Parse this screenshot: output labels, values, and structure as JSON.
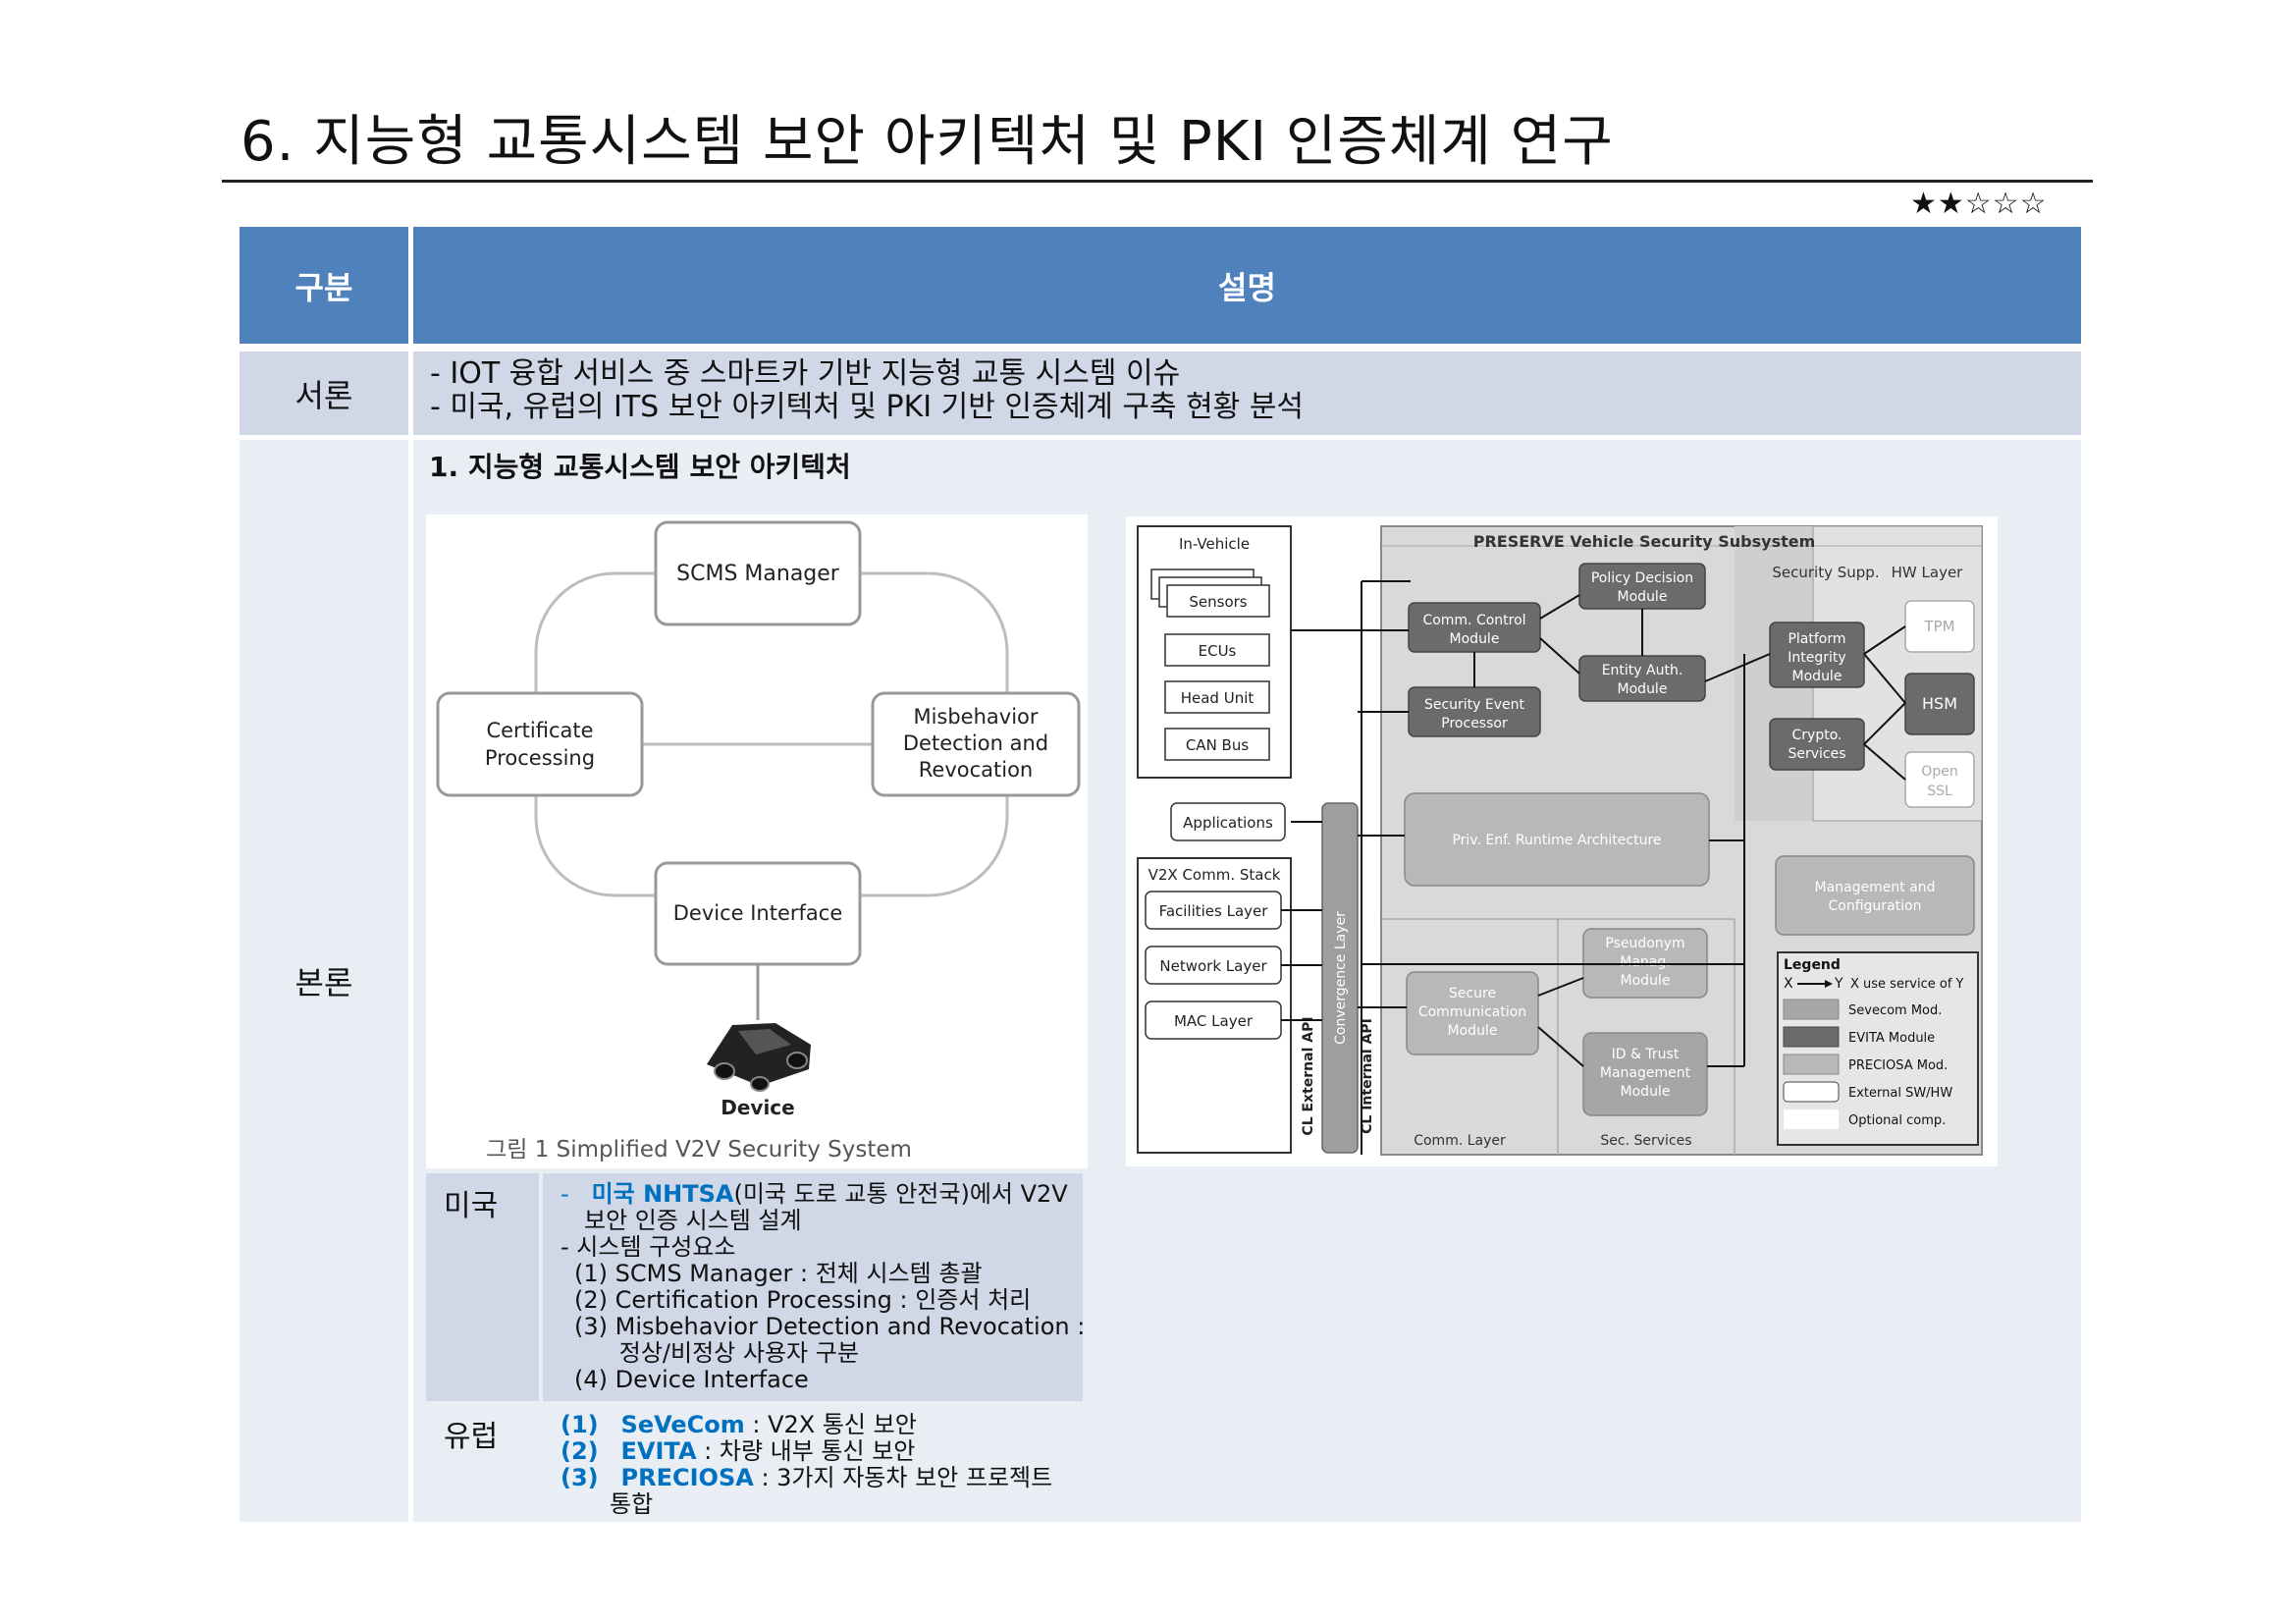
{
  "page": {
    "title": "6. 지능형 교통시스템 보안 아키텍처 및 PKI 인증체계 연구",
    "rating": "★★☆☆☆"
  },
  "table": {
    "header": {
      "col1": "구분",
      "col2": "설명"
    },
    "intro": {
      "label": "서론",
      "lines": [
        "-  IOT 융합 서비스 중 스마트카 기반 지능형 교통 시스템 이슈",
        "-  미국, 유럽의 ITS 보안 아키텍처 및 PKI 기반 인증체계 구축 현황 분석"
      ]
    },
    "body": {
      "label": "본론",
      "heading": "1.   지능형 교통시스템 보안 아키텍처"
    }
  },
  "fig1": {
    "nodes": {
      "scms": "SCMS Manager",
      "cert_l1": "Certificate",
      "cert_l2": "Processing",
      "mis_l1": "Misbehavior",
      "mis_l2": "Detection and",
      "mis_l3": "Revocation",
      "device_if": "Device Interface",
      "device": "Device"
    },
    "caption": "그림 1 Simplified V2V Security System"
  },
  "fig2": {
    "title": "PRESERVE Vehicle Security Subsystem",
    "in_vehicle": "In-Vehicle",
    "sensors": "Sensors",
    "ecus": "ECUs",
    "head_unit": "Head Unit",
    "can_bus": "CAN Bus",
    "applications": "Applications",
    "v2x_stack": "V2X Comm. Stack",
    "facilities": "Facilities Layer",
    "network": "Network Layer",
    "mac": "MAC Layer",
    "cl_external": "CL External API",
    "convergence": "Convergence Layer",
    "cl_internal": "CL Internal API",
    "policy_l1": "Policy Decision",
    "policy_l2": "Module",
    "comm_ctrl_l1": "Comm. Control",
    "comm_ctrl_l2": "Module",
    "entity_l1": "Entity Auth.",
    "entity_l2": "Module",
    "sec_event_l1": "Security Event",
    "sec_event_l2": "Processor",
    "security_supp": "Security Supp.",
    "hw_layer": "HW Layer",
    "platform_l1": "Platform",
    "platform_l2": "Integrity",
    "platform_l3": "Module",
    "crypto_l1": "Crypto.",
    "crypto_l2": "Services",
    "tpm": "TPM",
    "hsm": "HSM",
    "open_l1": "Open",
    "open_l2": "SSL",
    "priv_enf": "Priv. Enf. Runtime Architecture",
    "mgmt_l1": "Management and",
    "mgmt_l2": "Configuration",
    "pseudo_l1": "Pseudonym",
    "pseudo_l2": "Manag.",
    "pseudo_l3": "Module",
    "secure_l1": "Secure",
    "secure_l2": "Communication",
    "secure_l3": "Module",
    "idtrust_l1": "ID & Trust",
    "idtrust_l2": "Management",
    "idtrust_l3": "Module",
    "comm_layer": "Comm. Layer",
    "sec_services": "Sec. Services",
    "legend": {
      "title": "Legend",
      "x": "X",
      "y": "Y",
      "uses": "X use service of Y",
      "sevecom": "Sevecom Mod.",
      "evita": "EVITA Module",
      "preciosa": "PRECIOSA Mod.",
      "external": "External SW/HW",
      "optional": "Optional comp."
    },
    "colors": {
      "sevecom": "#a6a6a6",
      "evita": "#6b6b6b",
      "preciosa": "#b8b8b8",
      "panel": "#d9d9d9"
    }
  },
  "subtable": {
    "us": {
      "label": "미국",
      "bullet1_dash": "-",
      "bullet1_org": "미국 NHTSA",
      "bullet1_rest": "(미국 도로 교통 안전국)에서 V2V",
      "bullet1_cont": "보안 인증 시스템 설계",
      "bullet2": "-    시스템 구성요소",
      "items": [
        "(1) SCMS Manager : 전체 시스템 총괄",
        "(2) Certification Processing : 인증서 처리",
        "(3) Misbehavior Detection and Revocation :",
        "      정상/비정상 사용자 구분",
        "(4) Device Interface"
      ]
    },
    "eu": {
      "label": "유럽",
      "items": [
        {
          "num": "(1)",
          "name": "SeVeCom",
          "desc": " : V2X 통신 보안"
        },
        {
          "num": "(2)",
          "name": "EVITA",
          "desc": " : 차량 내부 통신 보안"
        },
        {
          "num": "(3)",
          "name": "PRECIOSA",
          "desc": " : 3가지 자동차 보안 프로젝트"
        }
      ],
      "cont": "통합"
    }
  },
  "colors": {
    "header_bg": "#4f81bd",
    "row_shade": "#d0d8e8",
    "row_light": "#e9edf4",
    "highlight": "#0070c0"
  }
}
